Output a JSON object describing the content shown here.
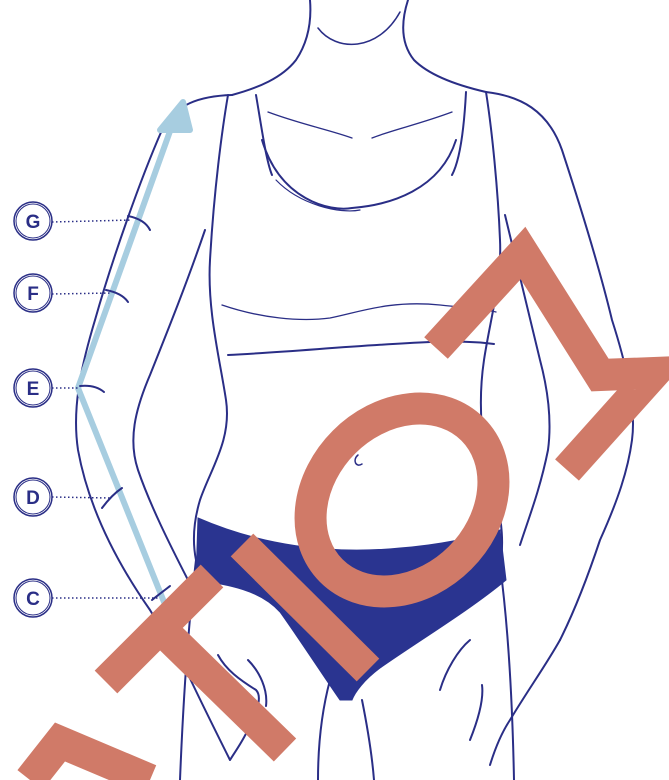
{
  "colors": {
    "outline": "#2a2e86",
    "underwear": "#2a3490",
    "arrow": "#a7cde0",
    "watermark": "#d07a68",
    "leader": "#2a2e86",
    "background": "#ffffff"
  },
  "watermark": {
    "text": "ATTENTION",
    "visible_letters": [
      "A",
      "T",
      "I",
      "O",
      "N"
    ]
  },
  "measurement_labels": [
    {
      "id": "G",
      "text": "G"
    },
    {
      "id": "F",
      "text": "F"
    },
    {
      "id": "E",
      "text": "E"
    },
    {
      "id": "D",
      "text": "D"
    },
    {
      "id": "C",
      "text": "C"
    }
  ],
  "icons": [
    "arm-measurement-arrow-icon"
  ]
}
